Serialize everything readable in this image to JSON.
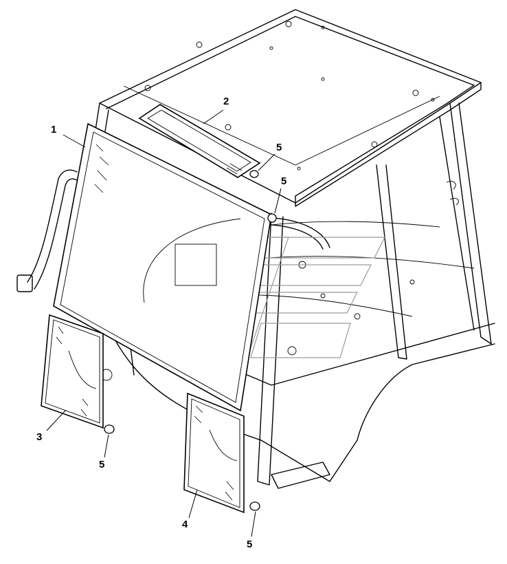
{
  "callouts": [
    {
      "id": "1",
      "label": "1"
    },
    {
      "id": "2",
      "label": "2"
    },
    {
      "id": "3",
      "label": "3"
    },
    {
      "id": "4",
      "label": "4"
    },
    {
      "id": "5a",
      "label": "5"
    },
    {
      "id": "5b",
      "label": "5"
    },
    {
      "id": "5c",
      "label": "5"
    },
    {
      "id": "5d",
      "label": "5"
    }
  ]
}
